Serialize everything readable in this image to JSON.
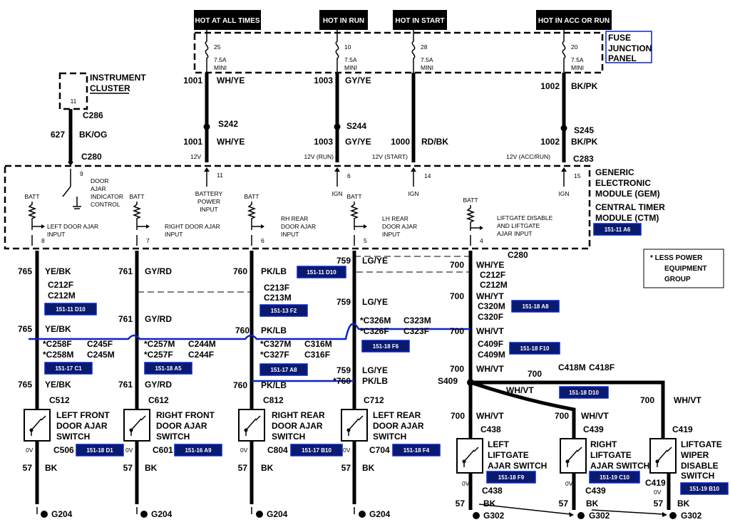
{
  "power_headers": [
    "HOT AT ALL TIMES",
    "HOT IN RUN",
    "HOT IN START",
    "HOT IN ACC OR RUN"
  ],
  "fuses": [
    {
      "num": "25",
      "rating": "7.5A",
      "type": "MINI"
    },
    {
      "num": "10",
      "rating": "7.5A",
      "type": "MINI"
    },
    {
      "num": "28",
      "rating": "7.5A",
      "type": "MINI"
    },
    {
      "num": "20",
      "rating": "7.5A",
      "type": "MINI"
    }
  ],
  "fuse_panel_lines": [
    "FUSE",
    "JUNCTION",
    "PANEL"
  ],
  "instrument_cluster": {
    "lines": [
      "INSTRUMENT",
      "CLUSTER"
    ],
    "pin": "11",
    "c286": "C286",
    "circuit": "627",
    "color": "BK/OG",
    "c280": "C280"
  },
  "feed_wires": [
    {
      "circ": "1001",
      "color": "WH/YE",
      "splice": "S242",
      "circ2": "1001",
      "color2": "WH/YE",
      "volt": "12V",
      "pin": "11",
      "input": [
        "BATTERY",
        "POWER",
        "INPUT"
      ]
    },
    {
      "circ": "1003",
      "color": "GY/YE",
      "splice": "S244",
      "circ2": "1003",
      "color2": "GY/YE",
      "volt": "12V (RUN)",
      "pin": "6",
      "input": [
        "IGN"
      ]
    },
    {
      "circ": "1000",
      "color": "RD/BK",
      "volt": "12V (START)",
      "pin": "14",
      "input": [
        "IGN"
      ]
    },
    {
      "circ": "1002",
      "color": "BK/PK",
      "splice": "S245",
      "circ2": "1002",
      "color2": "BK/PK",
      "volt": "12V (ACC/RUN)",
      "pin": "15",
      "input": [
        "IGN"
      ],
      "conn": "C283"
    }
  ],
  "gem_lines": [
    "GENERIC",
    "ELECTRONIC",
    "MODULE (GEM)"
  ],
  "ctm_lines": [
    "CENTRAL TIMER",
    "MODULE (CTM)"
  ],
  "ctm_ref": "151-11 A6",
  "door_ajar_indicator": {
    "pin": "9",
    "lines": [
      "DOOR",
      "AJAR",
      "INDICATOR",
      "CONTROL"
    ]
  },
  "batt_label": "BATT",
  "inputs": [
    {
      "pin": "8",
      "lines": [
        "LEFT DOOR AJAR",
        "INPUT"
      ]
    },
    {
      "pin": "7",
      "lines": [
        "RIGHT DOOR AJAR",
        "INPUT"
      ]
    },
    {
      "pin": "6",
      "lines": [
        "RH REAR",
        "DOOR AJAR",
        "INPUT"
      ]
    },
    {
      "pin": "5",
      "lines": [
        "LH REAR",
        "DOOR AJAR",
        "INPUT"
      ]
    },
    {
      "pin": "4",
      "lines": [
        "LIFTGATE DISABLE",
        "AND LIFTGATE",
        "AJAR INPUT"
      ]
    }
  ],
  "legend_lines": [
    "* LESS POWER",
    "EQUIPMENT",
    "GROUP"
  ],
  "switch_runs": [
    {
      "circ": "765",
      "color": "YE/BK",
      "c_a": "C212F",
      "c_b": "C212M",
      "ref_a": "151-11 D10",
      "circ_b": "765",
      "color_b": "YE/BK",
      "c_c": "*C258F",
      "c_d": "*C258M",
      "c_e": "C245F",
      "c_f": "C245M",
      "ref_b": "151-17 C1",
      "circ_c": "765",
      "color_c": "YE/BK",
      "conn": "C512",
      "sw": [
        "LEFT FRONT",
        "DOOR AJAR",
        "SWITCH"
      ],
      "c_g": "C506",
      "ref_c": "151-18 D1",
      "gnd_circ": "57",
      "gnd_color": "BK",
      "ground": "G204"
    },
    {
      "circ": "761",
      "color": "GY/RD",
      "circ_b": "761",
      "color_b": "GY/RD",
      "c_c": "*C257M",
      "c_d": "*C257F",
      "c_e": "C244M",
      "c_f": "C244F",
      "ref_b": "151-18 A5",
      "circ_c": "761",
      "color_c": "GY/RD",
      "conn": "C612",
      "sw": [
        "RIGHT FRONT",
        "DOOR AJAR",
        "SWITCH"
      ],
      "c_g": "C601",
      "ref_c": "151-16 A9",
      "gnd_circ": "57",
      "gnd_color": "BK",
      "ground": "G204"
    },
    {
      "circ": "760",
      "color": "PK/LB",
      "ref_top": "151-11 D10",
      "c_a": "C213F",
      "c_b": "C213M",
      "ref_a": "151-13 F2",
      "circ_b": "760",
      "color_b": "PK/LB",
      "c_c": "*C327M",
      "c_d": "*C327F",
      "c_e": "C316M",
      "c_f": "C316F",
      "ref_b": "151-17 A8",
      "circ_c": "760",
      "color_c": "PK/LB",
      "conn": "C812",
      "sw": [
        "RIGHT REAR",
        "DOOR AJAR",
        "SWITCH"
      ],
      "c_g": "C804",
      "ref_c": "151-17 B10",
      "gnd_circ": "57",
      "gnd_color": "BK",
      "ground": "G204"
    },
    {
      "circ": "759",
      "color": "LG/YE",
      "circ_b": "759",
      "color_b": "LG/YE",
      "c_c": "*C326M",
      "c_d": "*C326F",
      "c_e": "C323M",
      "c_f": "C323F",
      "ref_b": "151-18 F6",
      "circ_c": "759",
      "color_c": "LG/YE",
      "circ_d": "*760",
      "color_d": "PK/LB",
      "conn": "C712",
      "sw": [
        "LEFT REAR",
        "DOOR AJAR",
        "SWITCH"
      ],
      "c_g": "C704",
      "ref_c": "151-18 F4",
      "gnd_circ": "57",
      "gnd_color": "BK",
      "ground": "G204"
    }
  ],
  "voltage_0v": "0V",
  "liftgate_run": {
    "circ": "700",
    "color": "WH/YE",
    "c280": "C280",
    "c_a": "C212F",
    "c_b": "C212M",
    "circ2": "700",
    "color2": "WH/YT",
    "c_c": "C320M",
    "ref_a": "151-18 A8",
    "c_d": "C320F",
    "circ3": "700",
    "color3": "WH/VT",
    "c_e": "C409F",
    "ref_b": "151-18 F10",
    "c_f": "C409M",
    "circ4": "700",
    "color4": "WH/VT",
    "splice": "S409",
    "top_circ": "700",
    "c_g": "C418M",
    "c_h": "C418F",
    "top_color": "WH/VT",
    "ref_c": "151-18 D10",
    "branch_color": "WH/VT",
    "sw_a": {
      "circ": "700",
      "color": "WH/VT",
      "conn": "C438",
      "lines": [
        "LEFT",
        "LIFTGATE",
        "AJAR SWITCH"
      ],
      "ref": "151-18 F9",
      "conn2": "C438",
      "gnd_circ": "57",
      "gnd_color": "BK"
    },
    "sw_b": {
      "circ": "700",
      "color": "WH/VT",
      "conn": "C439",
      "lines": [
        "RIGHT",
        "LIFTGATE",
        "AJAR SWITCH"
      ],
      "ref": "151-19 C10",
      "conn2": "C439",
      "gnd_circ": "57",
      "gnd_color": "BK"
    },
    "sw_c": {
      "circ": "700",
      "color": "WH/VT",
      "conn": "C419",
      "lines": [
        "LIFTGATE",
        "WIPER",
        "DISABLE",
        "SWITCH"
      ],
      "ref": "151-19 B10",
      "conn2": "C419",
      "gnd_circ": "57",
      "gnd_color": "BK"
    },
    "grounds": [
      "G302",
      "G302",
      "G302"
    ]
  }
}
